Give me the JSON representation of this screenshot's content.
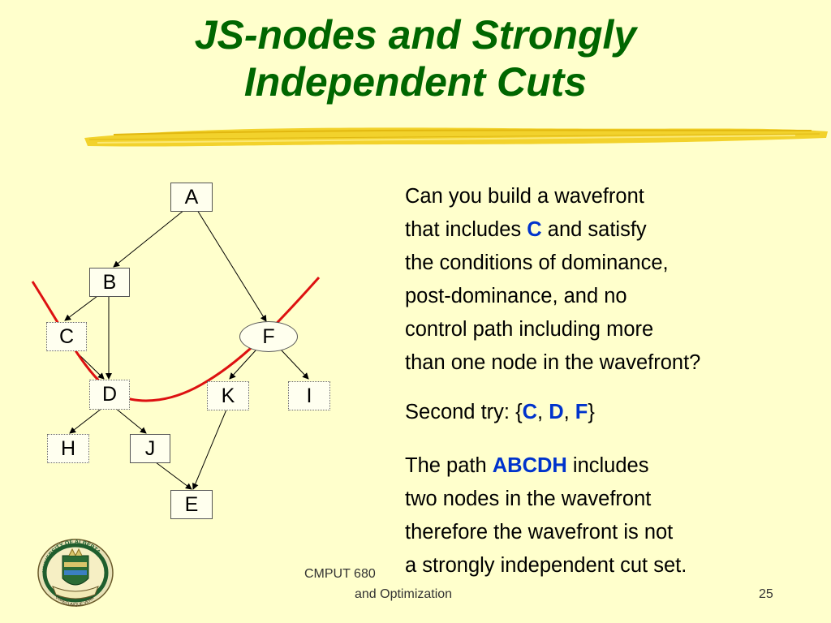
{
  "slide": {
    "title_line1": "JS-nodes and Strongly",
    "title_line2": "Independent Cuts",
    "colors": {
      "background": "#ffffcc",
      "title": "#006600",
      "accent_bold": "#0033cc",
      "wavefront_curve": "#dd1111",
      "brush_stroke": "#f2d22c"
    }
  },
  "graph": {
    "nodes": {
      "A": "A",
      "B": "B",
      "C": "C",
      "D": "D",
      "E": "E",
      "F": "F",
      "H": "H",
      "I": "I",
      "J": "J",
      "K": "K"
    },
    "edges": [
      [
        "A",
        "B"
      ],
      [
        "A",
        "F"
      ],
      [
        "B",
        "C"
      ],
      [
        "B",
        "D"
      ],
      [
        "C",
        "D"
      ],
      [
        "D",
        "H"
      ],
      [
        "D",
        "J"
      ],
      [
        "J",
        "E"
      ],
      [
        "F",
        "K"
      ],
      [
        "F",
        "I"
      ],
      [
        "K",
        "E"
      ]
    ]
  },
  "question": {
    "line1": "Can you build a wavefront",
    "line2_pre": "that includes ",
    "line2_bold": "C",
    "line2_post": " and satisfy",
    "line3": "the conditions of dominance,",
    "line4": "post-dominance, and no",
    "line5": "control path including more",
    "line6": "than one node in the wavefront?"
  },
  "second_try": {
    "prefix": "Second try: {",
    "c": "C",
    "sep1": ", ",
    "d": "D",
    "sep2": ", ",
    "f": "F",
    "suffix": "}"
  },
  "explanation": {
    "line1_pre": "The path ",
    "line1_bold": "ABCDH",
    "line1_post": " includes",
    "line2": "two nodes in the wavefront",
    "line3": "therefore the wavefront is not",
    "line4": "a strongly independent cut set."
  },
  "footer": {
    "course_line1": "CMPUT 680",
    "course_line2": "and Optimization",
    "page_number": "25"
  },
  "logo": {
    "text_top": "UNIVERSITY OF ALBERTA",
    "text_bottom": "QUAECUMQUE VERA"
  }
}
